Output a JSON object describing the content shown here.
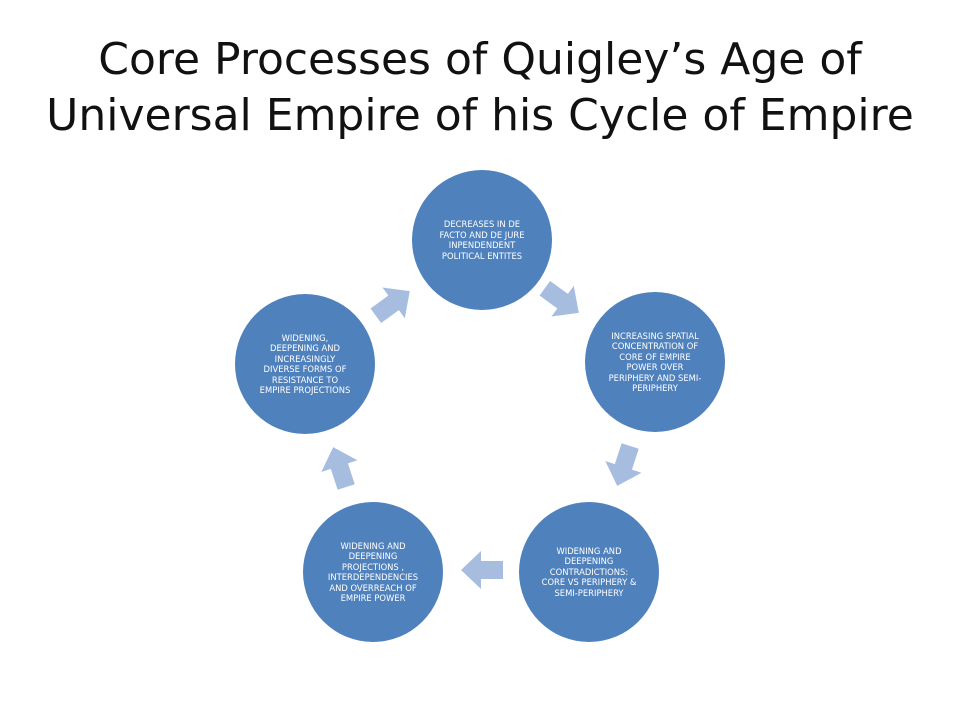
{
  "slide": {
    "title_line1": "Core Processes of Quigley’s Age of",
    "title_line2": "Universal Empire of his Cycle of Empire"
  },
  "diagram": {
    "type": "cycle",
    "node_color": "#4f81bd",
    "arrow_color": "#a7bde0",
    "nodes": [
      {
        "id": "n1",
        "label": "DECREASES IN  DE\nFACTO AND DE JURE\nINPENDENDENT\nPOLITICAL ENTITES"
      },
      {
        "id": "n2",
        "label": "INCREASING SPATIAL\nCONCENTRATION OF\nCORE OF  EMPIRE\nPOWER OVER\nPERIPHERY AND SEMI-\nPERIPHERY"
      },
      {
        "id": "n3",
        "label": "WIDENING AND\nDEEPENING\nCONTRADICTIONS:\nCORE VS PERIPHERY &\nSEMI-PERIPHERY"
      },
      {
        "id": "n4",
        "label": "WIDENING AND\nDEEPENING\nPROJECTIONS ,\nINTERDEPENDENCIES\nAND OVERREACH OF\nEMPIRE POWER"
      },
      {
        "id": "n5",
        "label": "WIDENING,\nDEEPENING AND\nINCREASINGLY\nDIVERSE FORMS OF\nRESISTANCE TO\nEMPIRE PROJECTIONS"
      }
    ],
    "edges": [
      {
        "from": "n1",
        "to": "n2"
      },
      {
        "from": "n2",
        "to": "n3"
      },
      {
        "from": "n3",
        "to": "n4"
      },
      {
        "from": "n4",
        "to": "n5"
      },
      {
        "from": "n5",
        "to": "n1"
      }
    ]
  }
}
